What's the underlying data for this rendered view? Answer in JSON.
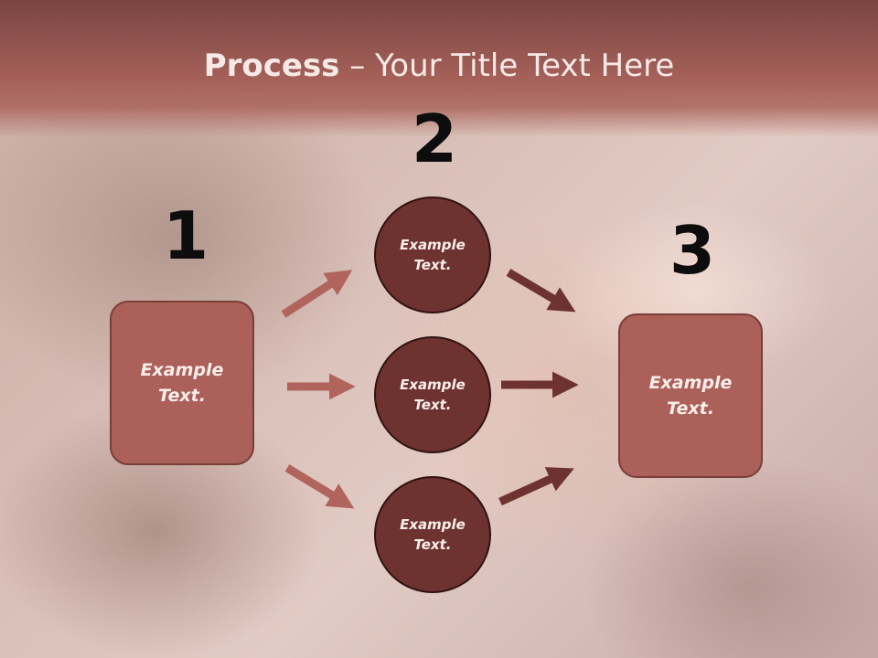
{
  "title": {
    "strong": "Process",
    "rest": " – Your Title Text Here"
  },
  "steps": [
    {
      "number": "1",
      "label": "Example\nText."
    },
    {
      "number": "2",
      "circles": [
        "Example\nText.",
        "Example\nText.",
        "Example\nText."
      ]
    },
    {
      "number": "3",
      "label": "Example\nText."
    }
  ],
  "colors": {
    "header": "#a35f58",
    "box_fill": "#ab6059",
    "circle_fill": "#6e3331",
    "arrow_light": "#b0645c",
    "arrow_dark": "#6e3331"
  }
}
